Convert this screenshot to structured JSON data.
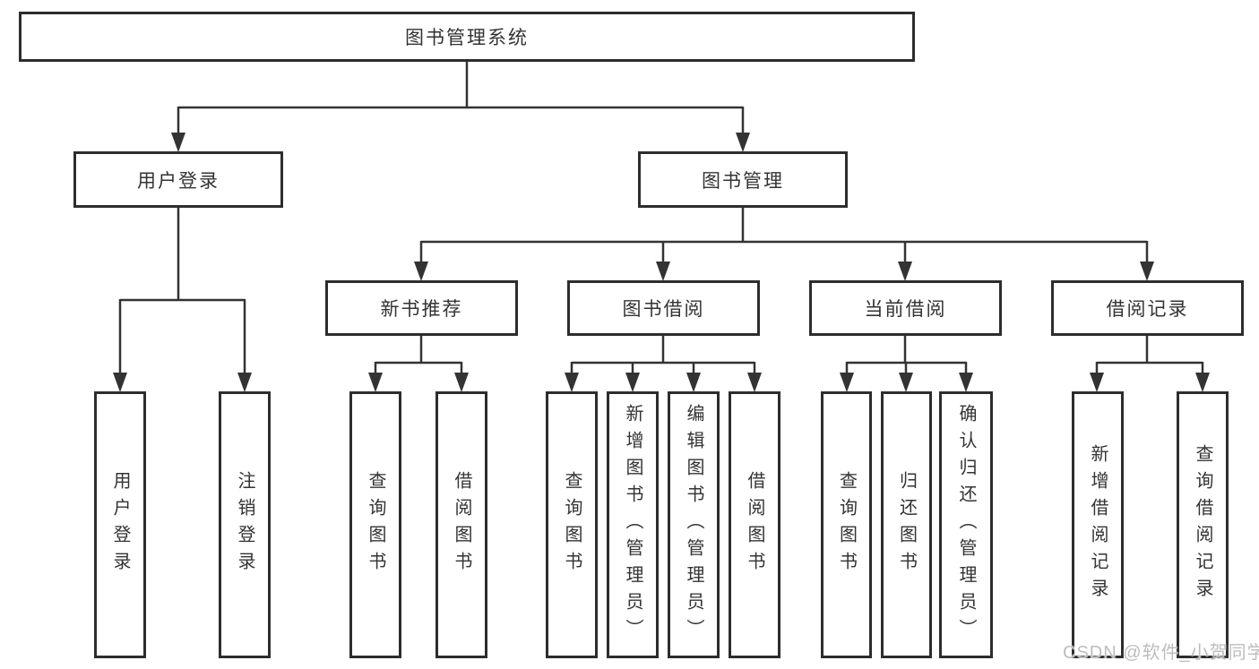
{
  "diagram": {
    "root": {
      "label": "图书管理系统"
    },
    "branches": [
      {
        "label": "用户登录",
        "children": [
          {
            "label": "用户登录"
          },
          {
            "label": "注销登录"
          }
        ]
      },
      {
        "label": "图书管理",
        "children": [
          {
            "label": "新书推荐",
            "children": [
              {
                "label": "查询图书"
              },
              {
                "label": "借阅图书"
              }
            ]
          },
          {
            "label": "图书借阅",
            "children": [
              {
                "label": "查询图书"
              },
              {
                "label": "新增图书（管理员）"
              },
              {
                "label": "编辑图书（管理员）"
              },
              {
                "label": "借阅图书"
              }
            ]
          },
          {
            "label": "当前借阅",
            "children": [
              {
                "label": "查询图书"
              },
              {
                "label": "归还图书"
              },
              {
                "label": "确认归还（管理员）"
              }
            ]
          },
          {
            "label": "借阅记录",
            "children": [
              {
                "label": "新增借阅记录"
              },
              {
                "label": "查询借阅记录"
              }
            ]
          }
        ]
      }
    ]
  },
  "watermark": {
    "text": "CSDN @软件_小贺同学"
  },
  "colors": {
    "line": "#333333",
    "box_border": "#2d2d2d",
    "text": "#333333",
    "watermark": "#bdbdbd",
    "background": "#ffffff"
  }
}
